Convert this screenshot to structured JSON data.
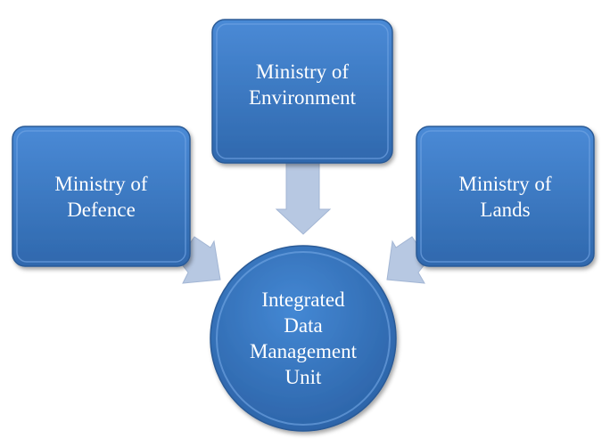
{
  "diagram": {
    "nodes": {
      "defence": {
        "lines": [
          "Ministry of",
          "Defence"
        ]
      },
      "environment": {
        "lines": [
          "Ministry of",
          "Environment"
        ]
      },
      "lands": {
        "lines": [
          "Ministry of",
          "Lands"
        ]
      },
      "unit": {
        "lines": [
          "Integrated",
          "Data",
          "Management",
          "Unit"
        ]
      }
    },
    "edges": [
      {
        "from": "Ministry of Defence",
        "to": "Integrated Data Management Unit"
      },
      {
        "from": "Ministry of Environment",
        "to": "Integrated Data Management Unit"
      },
      {
        "from": "Ministry of Lands",
        "to": "Integrated Data Management Unit"
      }
    ],
    "colors": {
      "box": "#3a78c3",
      "box_dark": "#2a5f9e",
      "arrow": "#b7c8e2",
      "text": "#ffffff"
    }
  }
}
